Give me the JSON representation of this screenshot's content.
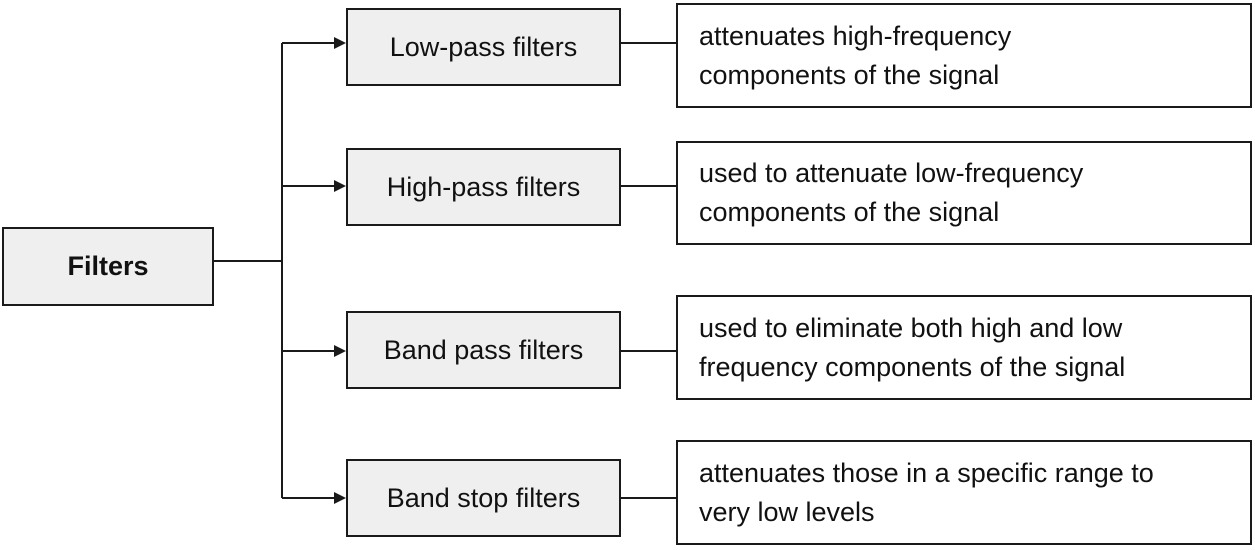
{
  "root": {
    "label": "Filters"
  },
  "branches": [
    {
      "type": "Low-pass filters",
      "description": "attenuates high-frequency\ncomponents of the signal"
    },
    {
      "type": "High-pass filters",
      "description": "used to attenuate low-frequency\ncomponents of the signal"
    },
    {
      "type": "Band pass filters",
      "description": "used to eliminate both high and low\nfrequency components of the signal"
    },
    {
      "type": "Band stop filters",
      "description": "attenuates those in a specific range to\nvery low levels"
    }
  ],
  "colors": {
    "box_fill": "#efefef",
    "description_fill": "#ffffff",
    "line": "#1a1a1a"
  }
}
